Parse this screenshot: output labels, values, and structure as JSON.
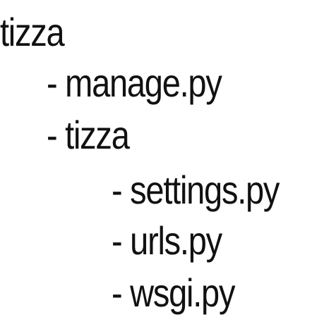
{
  "tree": {
    "root": "tizza",
    "children": [
      {
        "bullet": "-",
        "label": "manage.py"
      },
      {
        "bullet": "-",
        "label": "tizza",
        "children": [
          {
            "bullet": "-",
            "label": "settings.py"
          },
          {
            "bullet": "-",
            "label": "urls.py"
          },
          {
            "bullet": "-",
            "label": "wsgi.py"
          }
        ]
      }
    ]
  }
}
